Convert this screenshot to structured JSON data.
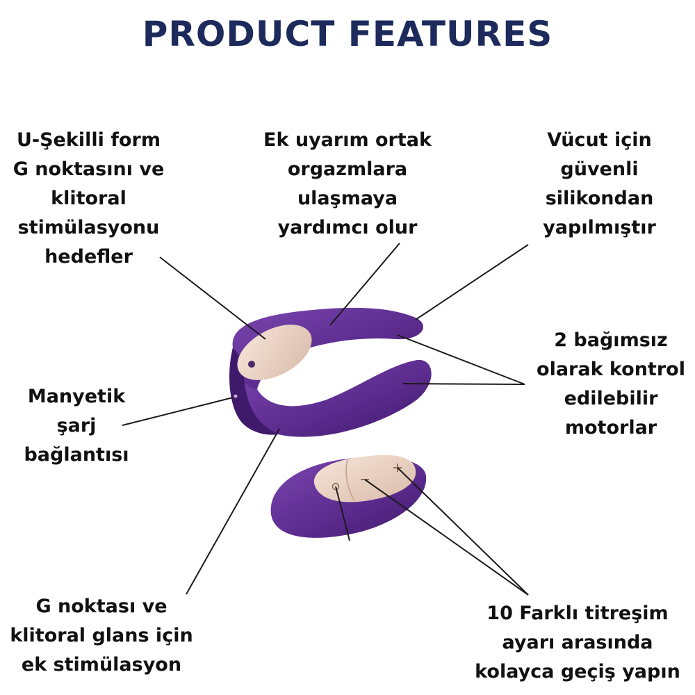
{
  "title": "PRODUCT FEATURES",
  "colors": {
    "title": "#1c2a5c",
    "product_purple": "#5a2a8c",
    "product_purple_dark": "#3f1a6b",
    "button_pad": "#e8d2c4",
    "line": "#1a1a1a"
  },
  "features": {
    "u_shape": "U-Şekilli form\nG noktasını ve\nklitoral\nstimülasyonu\nhedefler",
    "extra_stim": "Ek uyarım ortak\norgazmlara\nulaşmaya\nyardımcı olur",
    "silicone": "Vücut için\ngüvenli\nsilikondan\nyapılmıştır",
    "motors": "2 bağımsız\nolarak kontrol\nedilebilir\nmotorlar",
    "magnetic": "Manyetik\nşarj\nbağlantısı",
    "glans": "G noktası ve\nklitoral glans için\nek stimülasyon",
    "vibration": "10 Farklı titreşim\nayarı arasında\nkolayca geçiş yapın"
  }
}
